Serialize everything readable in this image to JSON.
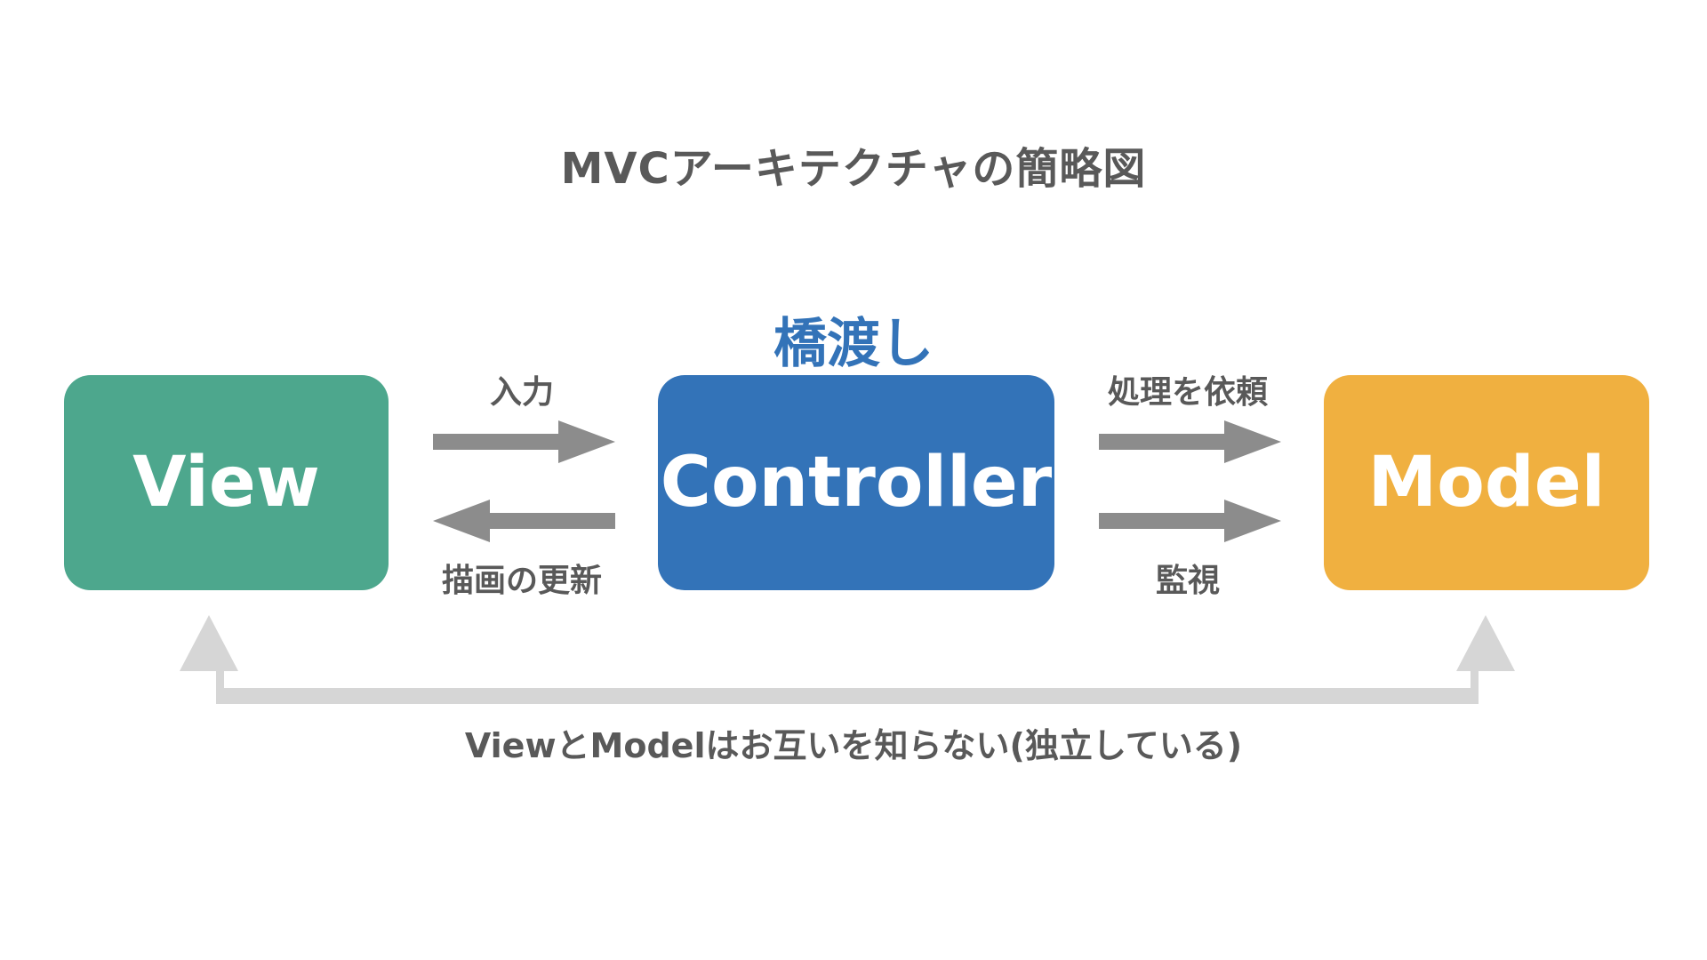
{
  "title": "MVCアーキテクチャの簡略図",
  "bridge_label": "橋渡し",
  "boxes": {
    "view": {
      "label": "View",
      "color": "#4da78d"
    },
    "controller": {
      "label": "Controller",
      "color": "#3373b8"
    },
    "model": {
      "label": "Model",
      "color": "#f0b040"
    }
  },
  "arrow_labels": {
    "input": "入力",
    "draw_update": "描画の更新",
    "request_processing": "処理を依頼",
    "watch": "監視"
  },
  "bottom_label": "ViewとModelはお互いを知らない(独立している)",
  "colors": {
    "text": "#595959",
    "bridge_text": "#3373b8",
    "arrow_dark": "#8c8c8c",
    "arrow_light": "#d6d6d6",
    "background": "#ffffff"
  }
}
